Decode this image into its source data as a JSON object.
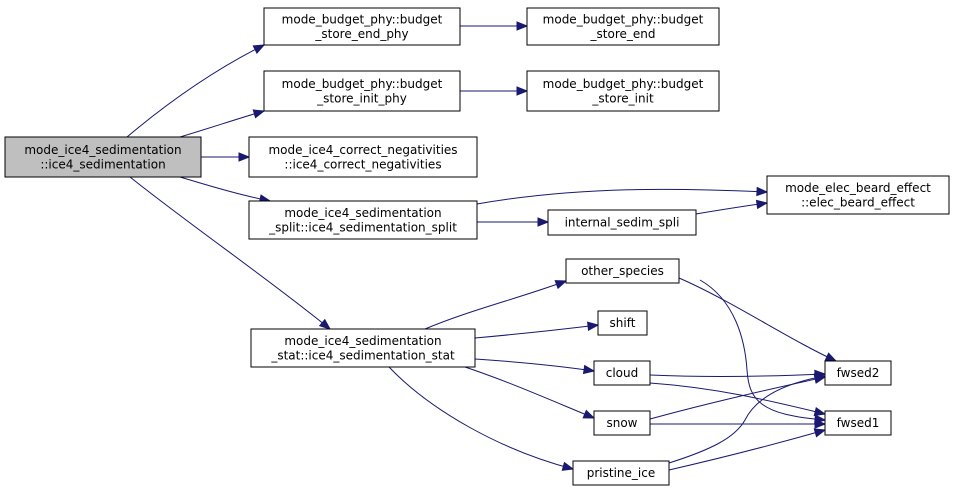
{
  "colors": {
    "edge": "#191970",
    "root_fill": "#bfbfbf",
    "node_fill": "#ffffff",
    "border": "#000000"
  },
  "nodes": [
    {
      "id": "root",
      "lines": [
        "mode_ice4_sedimentation",
        "::ice4_sedimentation"
      ],
      "root": true
    },
    {
      "id": "bsep",
      "lines": [
        "mode_budget_phy::budget",
        "_store_end_phy"
      ]
    },
    {
      "id": "bse",
      "lines": [
        "mode_budget_phy::budget",
        "_store_end"
      ]
    },
    {
      "id": "bsip",
      "lines": [
        "mode_budget_phy::budget",
        "_store_init_phy"
      ]
    },
    {
      "id": "bsi",
      "lines": [
        "mode_budget_phy::budget",
        "_store_init"
      ]
    },
    {
      "id": "corr",
      "lines": [
        "mode_ice4_correct_negativities",
        "::ice4_correct_negativities"
      ]
    },
    {
      "id": "split",
      "lines": [
        "mode_ice4_sedimentation",
        "_split::ice4_sedimentation_split"
      ]
    },
    {
      "id": "elec",
      "lines": [
        "mode_elec_beard_effect",
        "::elec_beard_effect"
      ]
    },
    {
      "id": "isp",
      "lines": [
        "internal_sedim_spli"
      ]
    },
    {
      "id": "stat",
      "lines": [
        "mode_ice4_sedimentation",
        "_stat::ice4_sedimentation_stat"
      ]
    },
    {
      "id": "other",
      "lines": [
        "other_species"
      ]
    },
    {
      "id": "shift",
      "lines": [
        "shift"
      ]
    },
    {
      "id": "cloud",
      "lines": [
        "cloud"
      ]
    },
    {
      "id": "snow",
      "lines": [
        "snow"
      ]
    },
    {
      "id": "pice",
      "lines": [
        "pristine_ice"
      ]
    },
    {
      "id": "fw2",
      "lines": [
        "fwsed2"
      ]
    },
    {
      "id": "fw1",
      "lines": [
        "fwsed1"
      ]
    }
  ],
  "edges": [
    [
      "root",
      "bsep"
    ],
    [
      "root",
      "bsip"
    ],
    [
      "root",
      "corr"
    ],
    [
      "root",
      "split"
    ],
    [
      "root",
      "stat"
    ],
    [
      "bsep",
      "bse"
    ],
    [
      "bsip",
      "bsi"
    ],
    [
      "split",
      "elec"
    ],
    [
      "split",
      "isp"
    ],
    [
      "isp",
      "elec"
    ],
    [
      "stat",
      "other"
    ],
    [
      "stat",
      "shift"
    ],
    [
      "stat",
      "cloud"
    ],
    [
      "stat",
      "snow"
    ],
    [
      "stat",
      "pice"
    ],
    [
      "other",
      "fw2"
    ],
    [
      "other",
      "fw1"
    ],
    [
      "cloud",
      "fw2"
    ],
    [
      "cloud",
      "fw1"
    ],
    [
      "snow",
      "fw2"
    ],
    [
      "snow",
      "fw1"
    ],
    [
      "pice",
      "fw2"
    ],
    [
      "pice",
      "fw1"
    ]
  ]
}
